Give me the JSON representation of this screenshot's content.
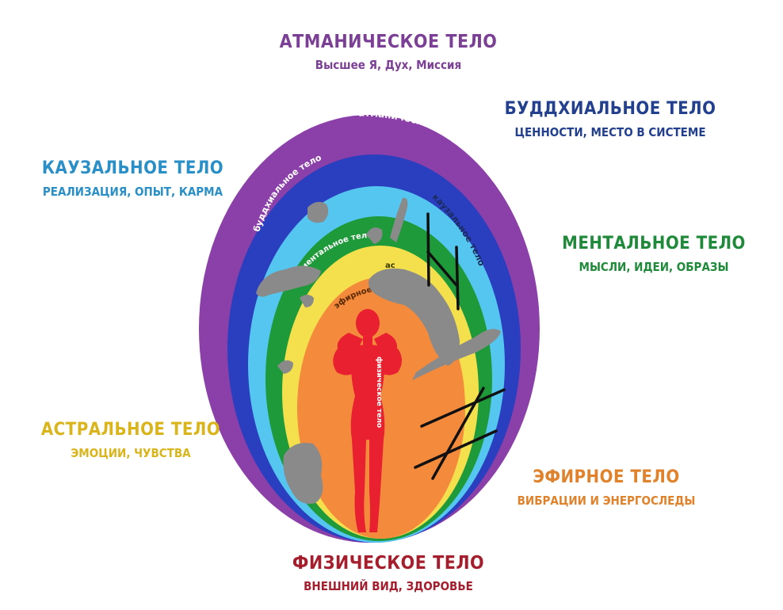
{
  "layers": {
    "atmanic": {
      "title": "АТМАНИЧЕСКОЕ ТЕЛО",
      "subtitle": "Высшее Я, Дух, Миссия",
      "ring_label": "атманическое тело",
      "color": "#8b3fa8"
    },
    "buddhial": {
      "title": "БУДДХИАЛЬНОЕ ТЕЛО",
      "subtitle": "ЦЕННОСТИ, МЕСТО В СИСТЕМЕ",
      "ring_label": "буддхиальное тело",
      "color": "#2a3fbf"
    },
    "causal": {
      "title": "КАУЗАЛЬНОЕ ТЕЛО",
      "subtitle": "РЕАЛИЗАЦИЯ, ОПЫТ, КАРМА",
      "ring_label": "каузальное тело",
      "color": "#55c6ef"
    },
    "mental": {
      "title": "МЕНТАЛЬНОЕ ТЕЛО",
      "subtitle": "МЫСЛИ, ИДЕИ, ОБРАЗЫ",
      "ring_label": "ментальное тело",
      "color": "#1f9a3a"
    },
    "astral": {
      "title": "АСТРАЛЬНОЕ ТЕЛО",
      "subtitle": "ЭМОЦИИ, ЧУВСТВА",
      "ring_label": "ас",
      "color": "#f4e04d"
    },
    "etheric": {
      "title": "ЭФИРНОЕ ТЕЛО",
      "subtitle": "ВИБРАЦИИ И ЭНЕРГОСЛЕДЫ",
      "ring_label": "эфирное",
      "color": "#f48a3c"
    },
    "physical": {
      "title": "ФИЗИЧЕСКОЕ ТЕЛО",
      "subtitle": "ВНЕШНИЙ ВИД, ЗДОРОВЬЕ",
      "ring_label": "физическое тело",
      "color": "#e8202f"
    }
  }
}
